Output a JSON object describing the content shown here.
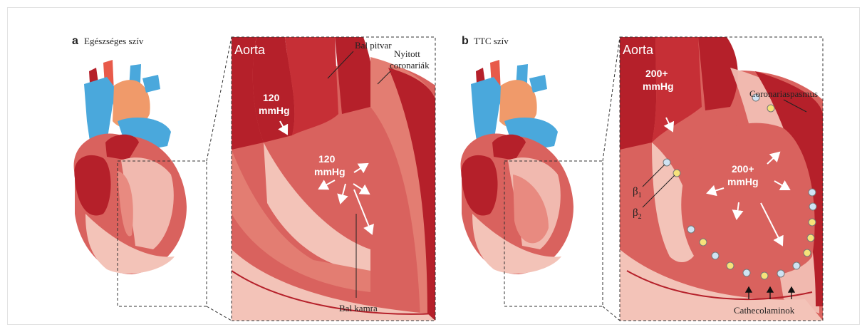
{
  "panel_a": {
    "letter": "a",
    "title": "Egészséges szív",
    "aorta": "Aorta",
    "left_atrium": "Bal pitvar",
    "open_coronaries_1": "Nyitott",
    "open_coronaries_2": "coronariák",
    "aortic_pressure_value": "120",
    "aortic_pressure_unit": "mmHg",
    "ventricle_pressure_value": "120",
    "ventricle_pressure_unit": "mmHg",
    "left_ventricle": "Bal kamra"
  },
  "panel_b": {
    "letter": "b",
    "title": "TTC szív",
    "aorta": "Aorta",
    "coronary_spasm": "Coronariaspasmus",
    "aortic_pressure_value": "200+",
    "aortic_pressure_unit": "mmHg",
    "ventricle_pressure_value": "200+",
    "ventricle_pressure_unit": "mmHg",
    "beta1": "β",
    "beta1_sub": "1",
    "beta2": "β",
    "beta2_sub": "2",
    "catecholamines": "Cathecolaminok"
  },
  "colors": {
    "dark_red": "#b5202a",
    "myocardium": "#d9625e",
    "light_pink": "#f3c3b8",
    "blue_vessel": "#4aa8dc",
    "receptor_blue": "#cfe3f3",
    "receptor_yellow": "#f6e27a"
  }
}
